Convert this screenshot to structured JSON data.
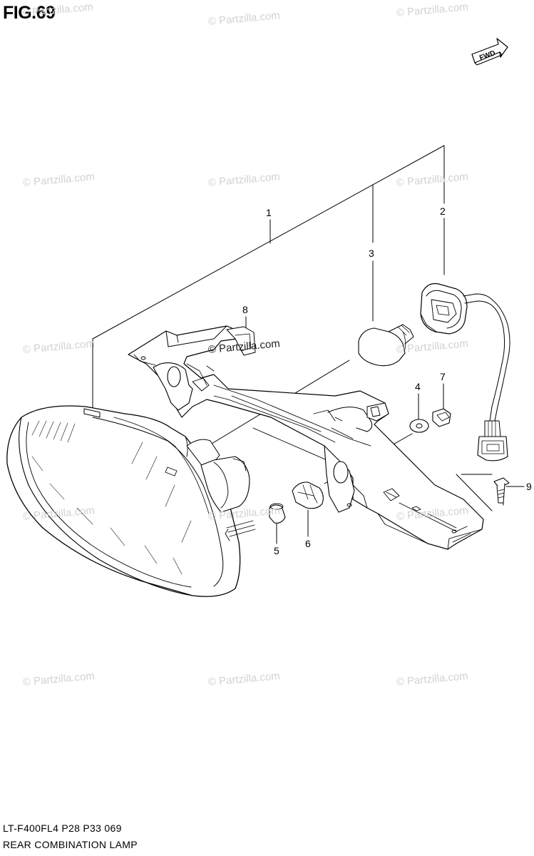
{
  "figure": {
    "title": "FIG.69"
  },
  "fwd_arrow": {
    "label": "FWD"
  },
  "callouts": [
    "1",
    "2",
    "3",
    "4",
    "5",
    "6",
    "7",
    "8",
    "9"
  ],
  "footer": {
    "model_line": "LT-F400FL4  P28  P33  069",
    "name_line": "REAR COMBINATION LAMP"
  },
  "watermark": {
    "text": "© Partzilla.com"
  }
}
